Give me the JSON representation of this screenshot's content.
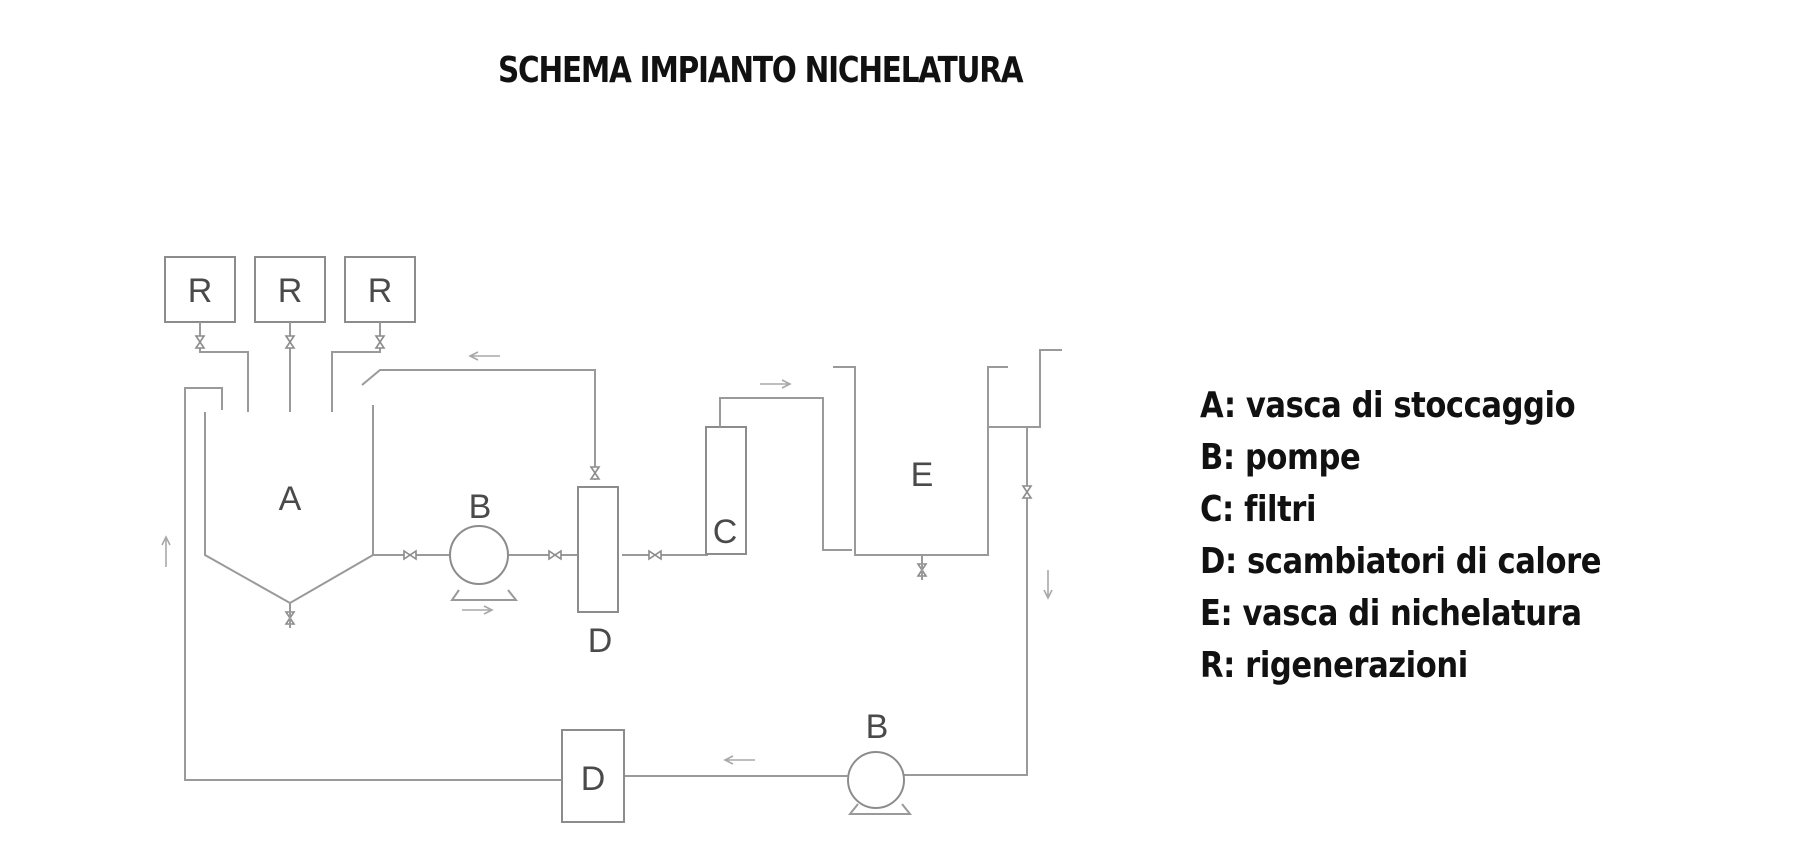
{
  "title": "SCHEMA IMPIANTO NICHELATURA",
  "diagram_labels": {
    "regen_1": "R",
    "regen_2": "R",
    "regen_3": "R",
    "tank_a": "A",
    "pump_b_top": "B",
    "exchanger_d_top": "D",
    "filter_c": "C",
    "tank_e": "E",
    "pump_b_bottom": "B",
    "exchanger_d_bottom": "D"
  },
  "legend": [
    "A: vasca di stoccaggio",
    "B: pompe",
    "C: filtri",
    "D: scambiatori di calore",
    "E: vasca di nichelatura",
    "R: rigenerazioni"
  ]
}
